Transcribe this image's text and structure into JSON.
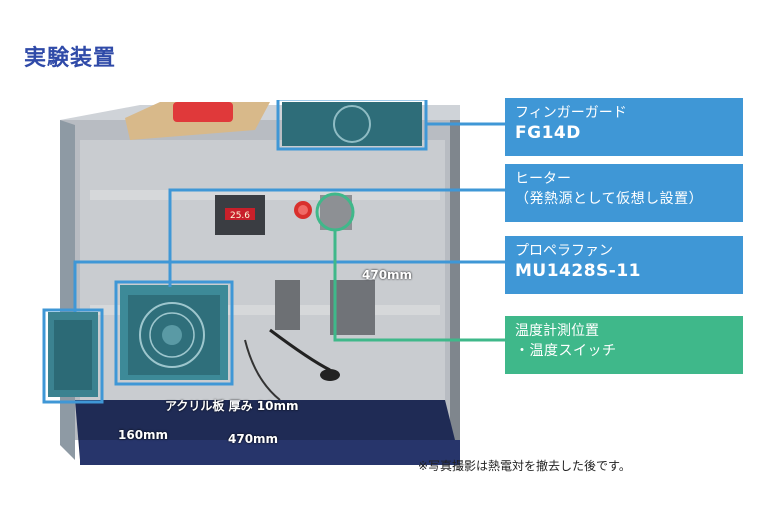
{
  "title": "実験装置",
  "callouts": [
    {
      "line1": "フィンガーガード",
      "line2": "FG14D",
      "color": "#3f97d6"
    },
    {
      "line1": "ヒーター",
      "line2": "（発熱源として仮想し設置）",
      "color": "#3f97d6"
    },
    {
      "line1": "プロペラファン",
      "line2": "MU1428S-11",
      "color": "#3f97d6"
    },
    {
      "line1": "温度計測位置",
      "line2": "・温度スイッチ",
      "color": "#3fb88a"
    }
  ],
  "dimensions": {
    "height_label": "470mm",
    "acrylic_label": "アクリル板 厚み 10mm",
    "depth_label": "160mm",
    "width_label": "470mm"
  },
  "display_readout": "25.6",
  "note": "※写真撮影は熱電対を撤去した後です。"
}
